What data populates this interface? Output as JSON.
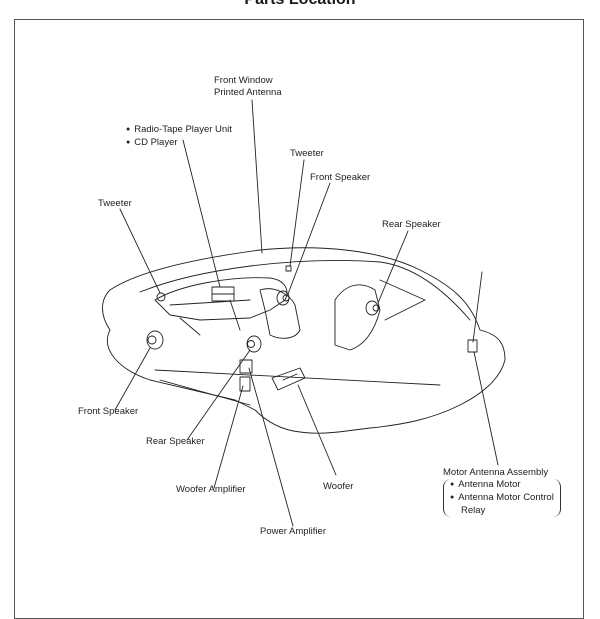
{
  "title": "Parts Location",
  "labels": {
    "front_window_antenna": [
      "Front Window",
      "Printed Antenna"
    ],
    "radio_group": [
      "Radio-Tape Player Unit",
      "CD Player"
    ],
    "tweeter_top": "Tweeter",
    "tweeter_left": "Tweeter",
    "front_speaker_top": "Front Speaker",
    "rear_speaker_top": "Rear Speaker",
    "front_speaker_bottom": "Front Speaker",
    "rear_speaker_bottom": "Rear Speaker",
    "woofer_amplifier": "Woofer Amplifier",
    "woofer": "Woofer",
    "power_amplifier": "Power Amplifier",
    "motor_antenna_assembly": "Motor Antenna Assembly",
    "motor_antenna_items": [
      "Antenna Motor",
      "Antenna Motor Control",
      "Relay"
    ]
  }
}
